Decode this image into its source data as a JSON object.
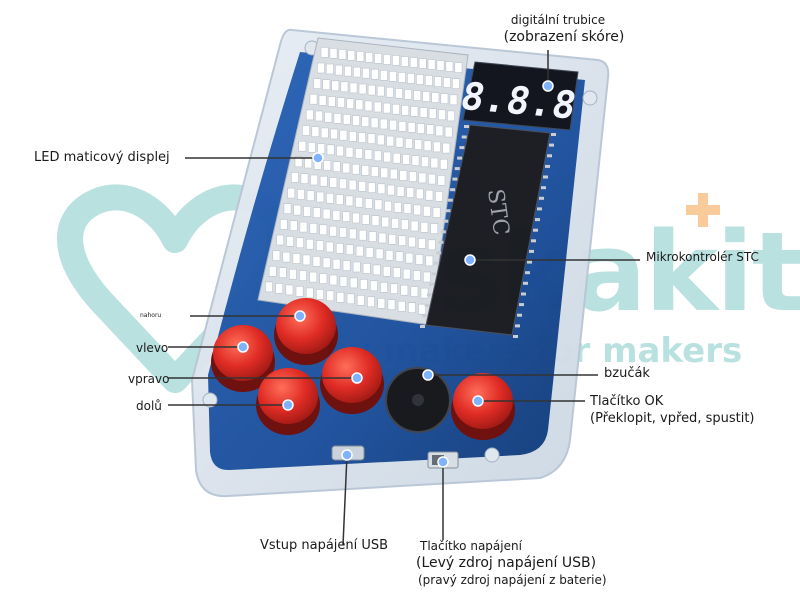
{
  "watermark": {
    "brand": "laskakit",
    "tagline": "by makers for makers"
  },
  "device": {
    "seven_segment_text": "8.8.8",
    "chip_marking": "STC"
  },
  "labels": {
    "digital_tube": "digitální trubice",
    "digital_tube_sub": "(zobrazení skóre)",
    "led_matrix": "LED maticový displej",
    "microcontroller": "Mikrokontrolér STC",
    "up": "nahoru",
    "left": "vlevo",
    "right": "vpravo",
    "down": "dolů",
    "buzzer": "bzučák",
    "ok_button": "Tlačítko OK",
    "ok_button_sub": "(Překlopit, vpřed, spustit)",
    "usb_input": "Vstup napájení USB",
    "power_button": "Tlačítko napájení",
    "power_button_sub1": "(Levý zdroj napájení USB)",
    "power_button_sub2": "(pravý zdroj napájení z baterie)"
  },
  "colors": {
    "pcb": "#1b4f9c",
    "button": "#e0261e",
    "led_off": "#ffffff",
    "seg": "#f2f5ff",
    "watermark_teal": "#7fc9c6",
    "watermark_orange": "#f5a14b"
  }
}
